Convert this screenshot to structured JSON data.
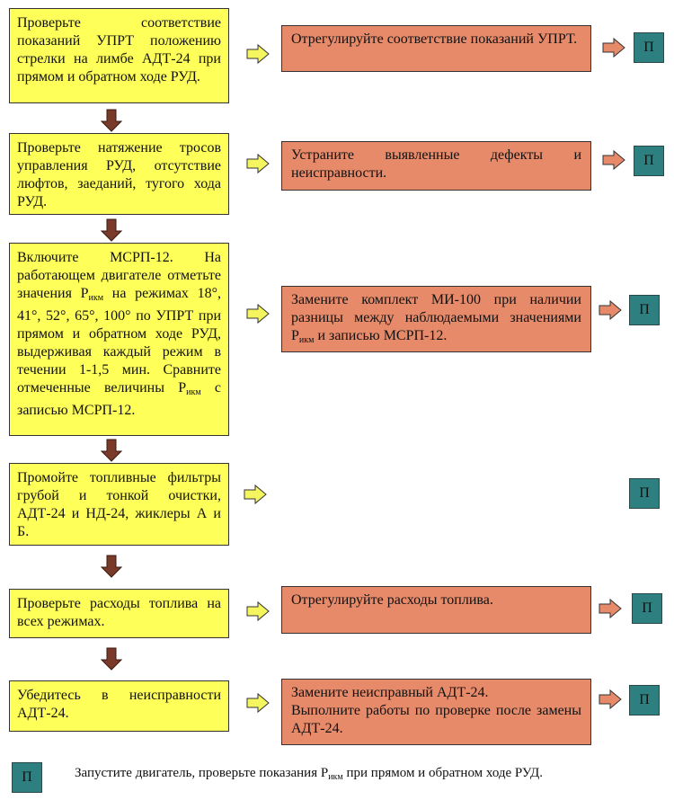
{
  "steps": [
    {
      "text": "Проверьте соответствие показаний УПРТ положению стрелки на лимбе АДТ-24 при прямом и обратном ходе РУД.",
      "action": "Отрегулируйте соответствие показаний УПРТ."
    },
    {
      "text": "Проверьте натяжение тросов управления РУД, отсутствие люфтов, заеданий, тугого хода РУД.",
      "action": "Устраните выявленные дефекты и неисправности."
    },
    {
      "text_before": "Включите МСРП-12. На работающем двигателе отметьте значения Р",
      "text_sub": "икм",
      "text_mid": " на режимах 18°, 41°, 52°, 65°, 100° по УПРТ при прямом и обратном ходе РУД, выдерживая каждый режим в течении 1-1,5 мин. Сравните отмеченные величины Р",
      "text_sub2": "икм",
      "text_after": " с записью МСРП-12.",
      "action_before": "Замените комплект МИ-100 при наличии разницы между наблюдаемыми значениями Р",
      "action_sub": "икм",
      "action_after": " и записью МСРП-12."
    },
    {
      "text": "Промойте топливные фильтры грубой и тонкой очистки, АДТ-24 и НД-24, жиклеры А и Б."
    },
    {
      "text": "Проверьте расходы топлива на всех режимах.",
      "action": "Отрегулируйте расходы топлива."
    },
    {
      "text": "Убедитесь в неисправности АДТ-24.",
      "action_line1": "Замените неисправный АДТ-24.",
      "action_line2": "Выполните работы по проверке после замены АДТ-24."
    }
  ],
  "p_label": "П",
  "legend": {
    "before": "Запустите двигатель, проверьте показания Р",
    "sub": "икм",
    "after": " при прямом и обратном ходе РУД."
  },
  "colors": {
    "step": "#ffff5a",
    "action": "#e68a6a",
    "p_box": "#2e7f80",
    "down_arrow": "#7a3a2a",
    "right_arrow": "#f5f560"
  }
}
